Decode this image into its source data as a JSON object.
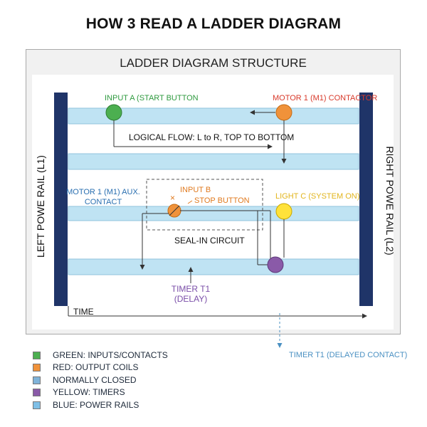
{
  "title": "HOW 3 READ A LADDER DIAGRAM",
  "frame_title": "LADDER DIAGRAM STRUCTURE",
  "rails": {
    "left": "LEFT POWE RAIL (L1)",
    "right": "RIGHT POWE RAIL (L2)"
  },
  "labels": {
    "input_a": "INPUT A (START BUTTON",
    "motor_contactor": "MOTOR 1 (M1) CONTACTOR",
    "logical_flow": "LOGICAL FLOW: L to R, TOP TO BOTTOM",
    "aux_line1": "MOTOR 1 (M1) AUX.",
    "aux_line2": "CONTACT",
    "input_b_line1": "INPUT B",
    "input_b_line2": "STOP BUTTON",
    "input_b_mark": "×",
    "light_c": "LIGHT C (SYSTEM ON)",
    "seal_in": "SEAL-IN CIRCUIT",
    "timer_line1": "TIMER T1",
    "timer_line2": "(DELAY)",
    "time": "TIME",
    "timer_delayed": "TIMER T1 (DELAYED CONTACT)"
  },
  "legend": [
    {
      "label": "GREEN: INPUTS/CONTACTS",
      "color": "#4caf50"
    },
    {
      "label": "RED: OUTPUT COILS",
      "color": "#f0923a"
    },
    {
      "label": "NORMALLY CLOSED",
      "color": "#7fb3d9"
    },
    {
      "label": "YELLOW: TIMERS",
      "color": "#8a5aa8"
    },
    {
      "label": "BLUE: POWER RAILS",
      "color": "#7fbfe6"
    }
  ],
  "colors": {
    "rail": "#1f3468",
    "rung": "#bfe3f3",
    "rung_border": "#92c3de",
    "green": "#4caf50",
    "orange": "#f0923a",
    "yellow": "#ffe23a",
    "purple": "#8a5aa8",
    "text_green": "#2f9a3f",
    "text_red": "#d8392a",
    "text_blue": "#2a6fb0",
    "text_orange": "#e07a1f",
    "text_amber": "#e2b51c",
    "text_purple": "#7a4ea8",
    "text_teal": "#4a90c2"
  }
}
